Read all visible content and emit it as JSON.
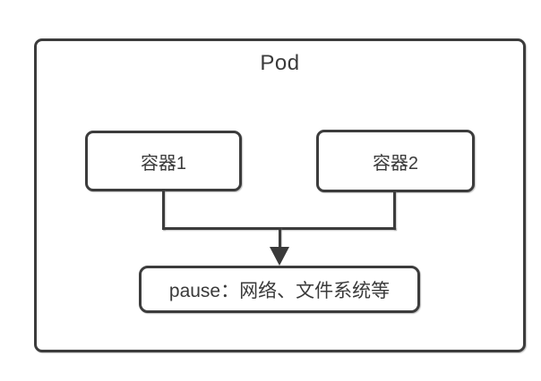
{
  "diagram": {
    "type": "flowchart",
    "pod": {
      "label": "Pod"
    },
    "nodes": {
      "container1": {
        "label": "容器1"
      },
      "container2": {
        "label": "容器2"
      },
      "pause": {
        "label": "pause：网络、文件系统等"
      }
    },
    "edges": [
      {
        "from": "container1",
        "to": "pause",
        "style": "elbow",
        "arrow": "down"
      },
      {
        "from": "container2",
        "to": "pause",
        "style": "elbow",
        "arrow": "down"
      }
    ],
    "colors": {
      "line": "#3c3c3c",
      "text": "#3a3a3a",
      "background": "#ffffff"
    }
  }
}
